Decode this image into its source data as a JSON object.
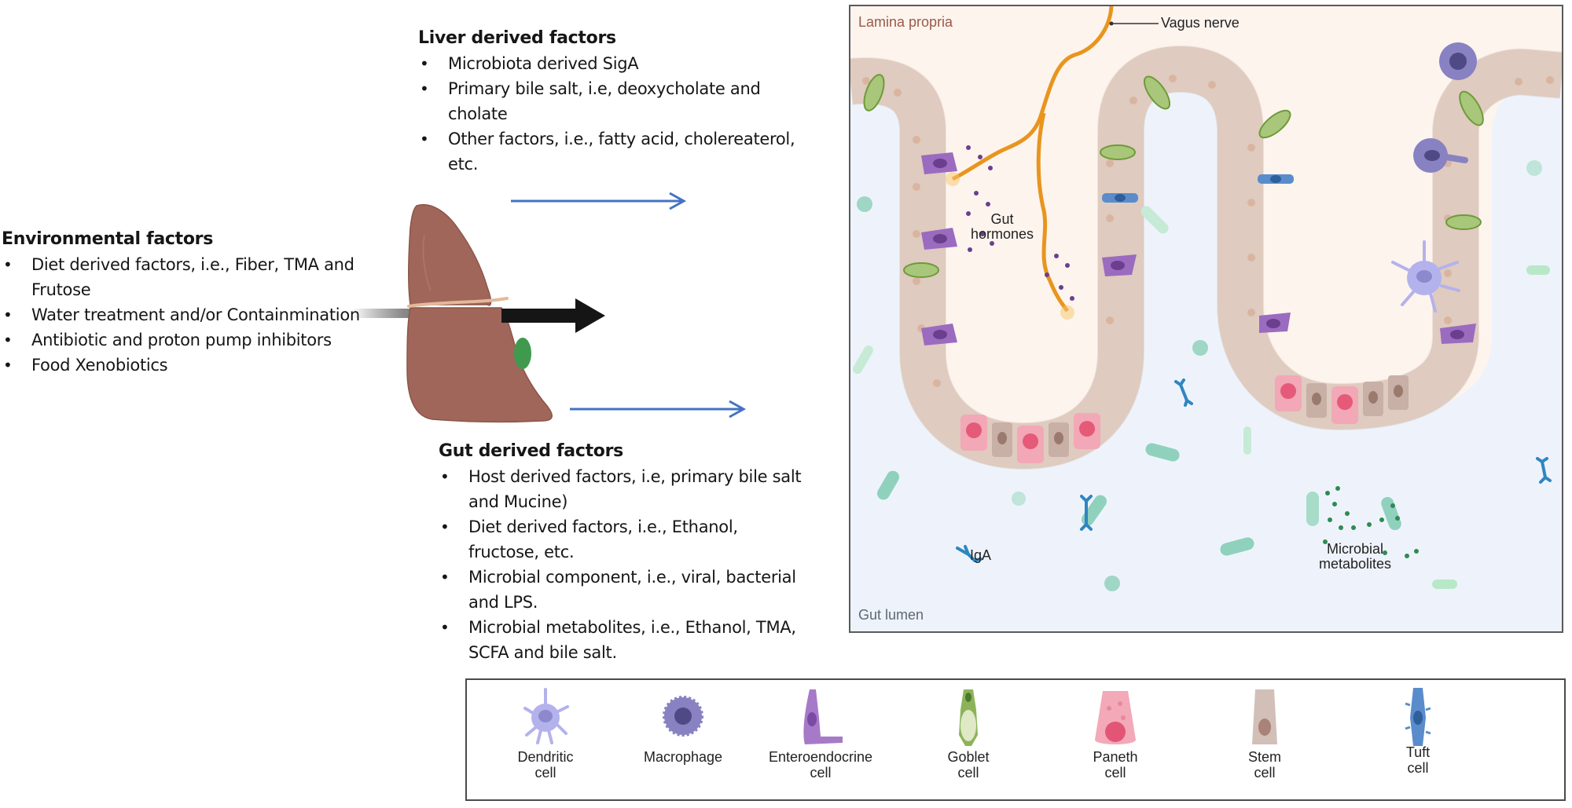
{
  "environmental": {
    "title": "Environmental factors",
    "items": [
      " Diet derived factors, i.e., Fiber, TMA and Frutose",
      "Water treatment and/or Containmination",
      "Antibiotic and proton pump inhibitors",
      "Food Xenobiotics"
    ]
  },
  "liver_factors": {
    "title": "Liver derived factors",
    "items": [
      "Microbiota derived SigA",
      "Primary bile salt, i.e, deoxycholate and cholate",
      " Other factors, i.e., fatty acid, cholereaterol, etc."
    ]
  },
  "gut_factors": {
    "title": "Gut derived factors",
    "items": [
      "Host derived factors, i.e, primary bile salt and Mucine)",
      "Diet derived factors, i.e., Ethanol, fructose, etc.",
      "Microbial component, i.e., viral, bacterial and LPS.",
      "Microbial metabolites, i.e., Ethanol, TMA, SCFA and bile salt."
    ]
  },
  "gut_panel": {
    "lamina_label": "Lamina propria",
    "lumen_label": "Gut lumen",
    "vagus_label": "Vagus nerve",
    "hormones_label_1": "Gut",
    "hormones_label_2": "hormones",
    "iga_label": "IgA",
    "metabolites_label_1": "Microbial",
    "metabolites_label_2": "metabolites"
  },
  "legend": {
    "items": [
      {
        "line1": "Dendritic",
        "line2": "cell",
        "icon": "dendritic-cell-icon"
      },
      {
        "line1": "Macrophage",
        "line2": "",
        "icon": "macrophage-icon"
      },
      {
        "line1": "Enteroendocrine",
        "line2": "cell",
        "icon": "enteroendocrine-cell-icon"
      },
      {
        "line1": "Goblet",
        "line2": "cell",
        "icon": "goblet-cell-icon"
      },
      {
        "line1": "Paneth",
        "line2": "cell",
        "icon": "paneth-cell-icon"
      },
      {
        "line1": "Stem",
        "line2": "cell",
        "icon": "stem-cell-icon"
      },
      {
        "line1": "Tuft",
        "line2": "cell",
        "icon": "tuft-cell-icon"
      }
    ]
  },
  "colors": {
    "arrow_blue": "#4472c4",
    "liver": "#a0665a",
    "nerve": "#e8951e",
    "lamina_bg": "#fdf4ee",
    "lumen_bg": "#edf3fc"
  }
}
